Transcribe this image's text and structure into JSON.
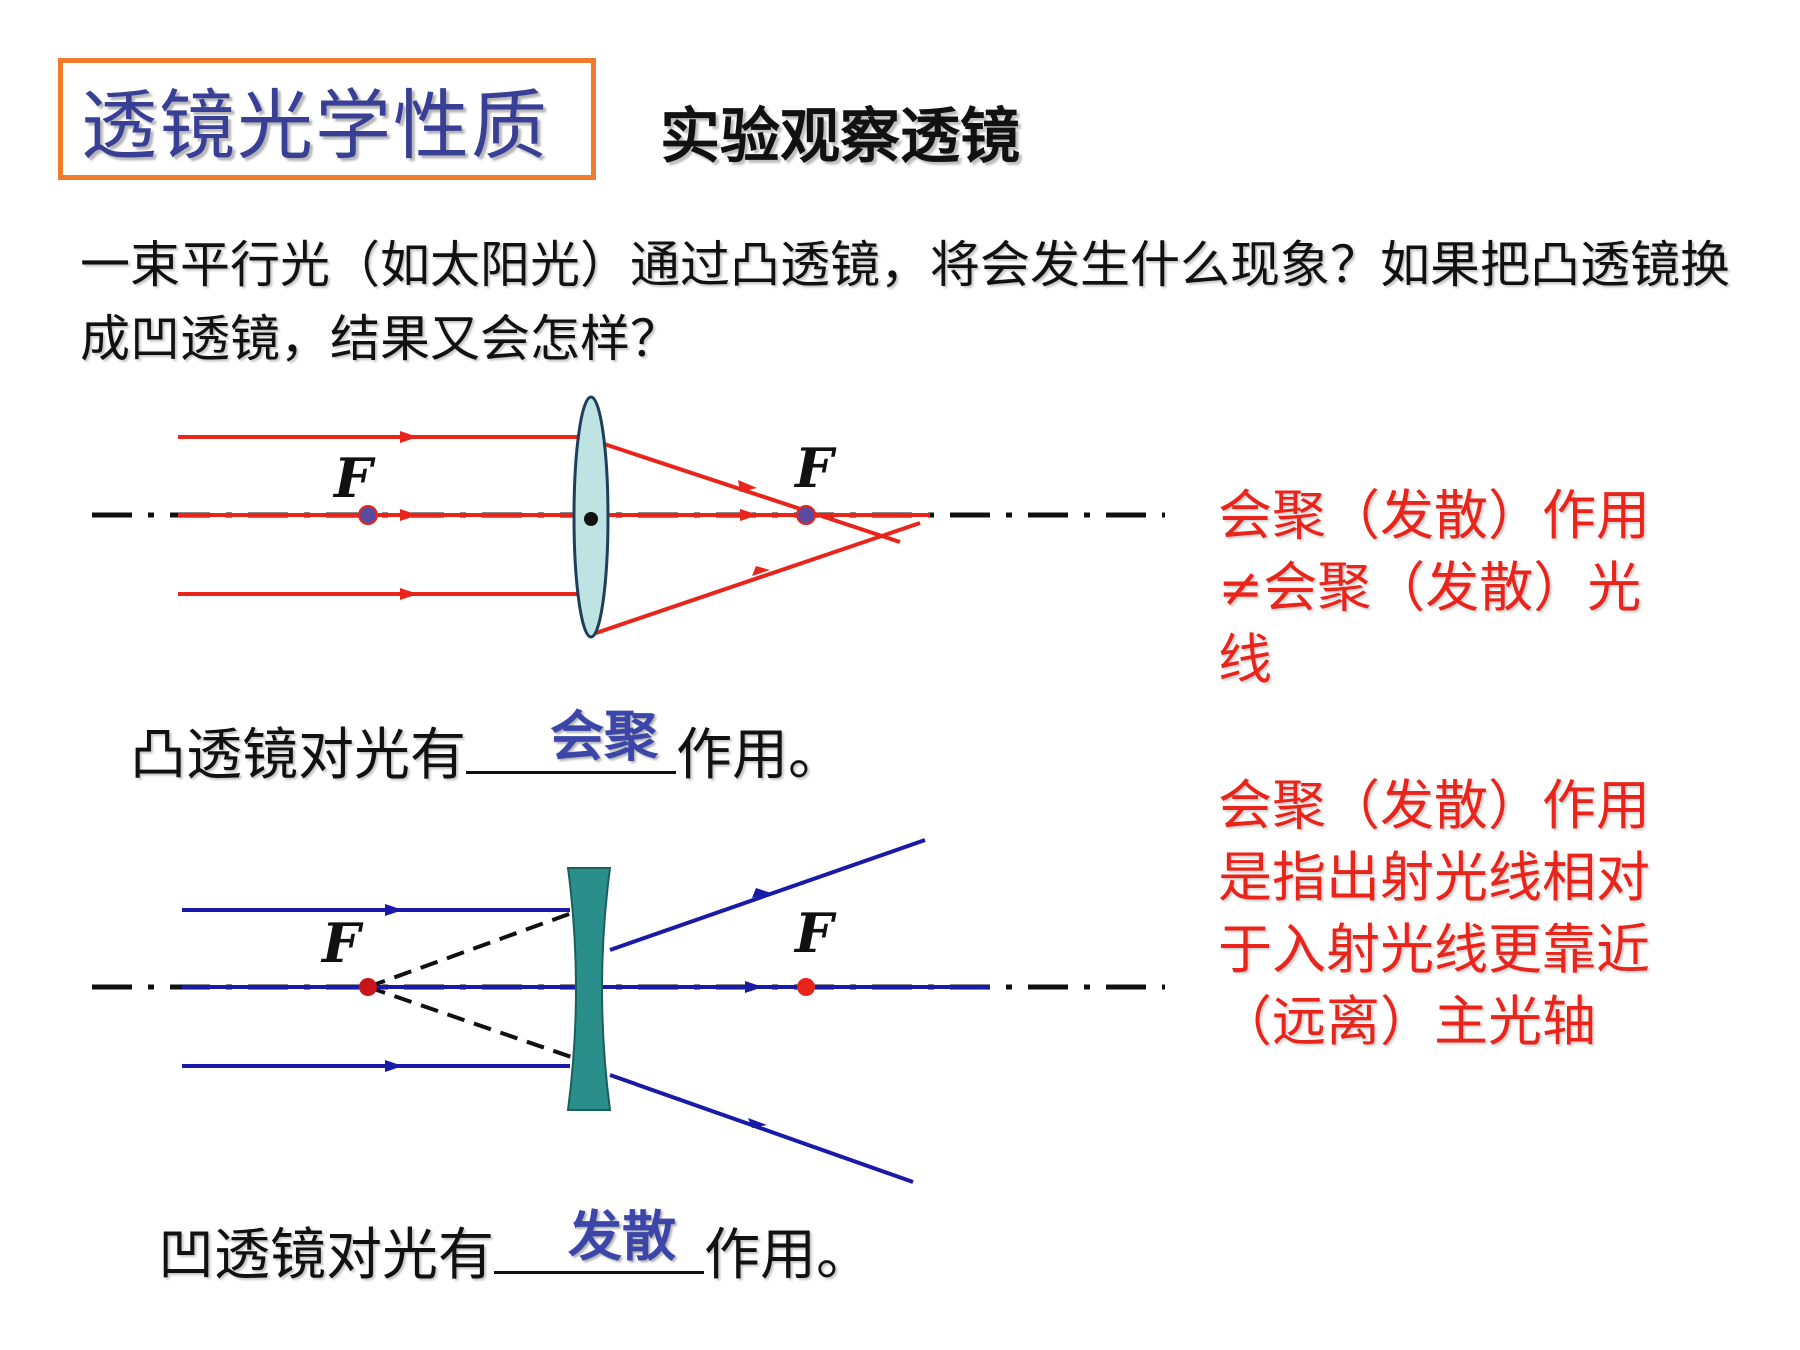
{
  "title": "透镜光学性质",
  "subtitle": "实验观察透镜",
  "question": "一束平行光（如太阳光）通过凸透镜，将会发生什么现象？如果把凸透镜换成凹透镜，结果又会怎样？",
  "convex": {
    "sentence_before": "凸透镜对光有",
    "answer": "会聚",
    "sentence_after": "作用。",
    "focus_left_label": "F",
    "focus_right_label": "F"
  },
  "concave": {
    "sentence_before": "凹透镜对光有",
    "answer": "发散",
    "sentence_after": "作用。",
    "focus_left_label": "F",
    "focus_right_label": "F"
  },
  "note1": "会聚（发散）作用≠会聚（发散）光线",
  "note2": "会聚（发散）作用是指出射光线相对于入射光线更靠近（远离）主光轴",
  "colors": {
    "title_border": "#f07b2c",
    "title_text": "#3a3f96",
    "convex_rays": "#e8241b",
    "concave_rays": "#1a1aa8",
    "note_text": "#e8241b",
    "answer_text": "#3c45a8"
  }
}
